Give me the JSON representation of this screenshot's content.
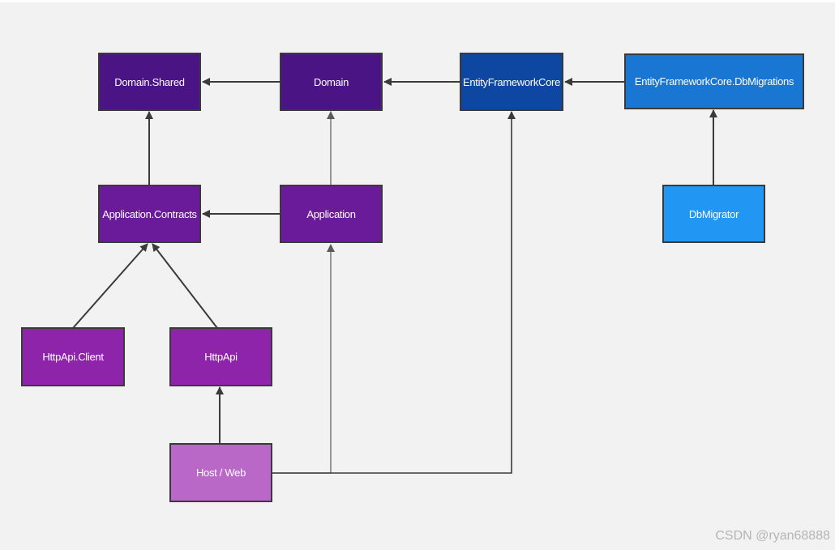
{
  "diagram": {
    "nodes": {
      "domain_shared": {
        "label": "Domain.Shared",
        "color": "#4a1485"
      },
      "domain": {
        "label": "Domain",
        "color": "#4a1485"
      },
      "efcore": {
        "label": "EntityFrameworkCore",
        "color": "#0d47a1"
      },
      "efcore_migrations": {
        "label": "EntityFrameworkCore.DbMigrations",
        "color": "#1976d2"
      },
      "app_contracts": {
        "label": "Application.Contracts",
        "color": "#6a1b9a"
      },
      "application": {
        "label": "Application",
        "color": "#6a1b9a"
      },
      "dbmigrator": {
        "label": "DbMigrator",
        "color": "#2196f3"
      },
      "httpapi_client": {
        "label": "HttpApi.Client",
        "color": "#8e24aa"
      },
      "httpapi": {
        "label": "HttpApi",
        "color": "#8e24aa"
      },
      "host_web": {
        "label": "Host / Web",
        "color": "#ba68c8"
      }
    },
    "edges": [
      {
        "from": "Domain",
        "to": "Domain.Shared"
      },
      {
        "from": "EntityFrameworkCore",
        "to": "Domain"
      },
      {
        "from": "EntityFrameworkCore.DbMigrations",
        "to": "EntityFrameworkCore"
      },
      {
        "from": "Application.Contracts",
        "to": "Domain.Shared"
      },
      {
        "from": "Application",
        "to": "Domain"
      },
      {
        "from": "Application",
        "to": "Application.Contracts"
      },
      {
        "from": "DbMigrator",
        "to": "EntityFrameworkCore.DbMigrations"
      },
      {
        "from": "HttpApi.Client",
        "to": "Application.Contracts"
      },
      {
        "from": "HttpApi",
        "to": "Application.Contracts"
      },
      {
        "from": "Host / Web",
        "to": "HttpApi"
      },
      {
        "from": "Host / Web",
        "to": "Application"
      },
      {
        "from": "Host / Web",
        "to": "EntityFrameworkCore"
      }
    ]
  },
  "watermark": "CSDN @ryan68888"
}
